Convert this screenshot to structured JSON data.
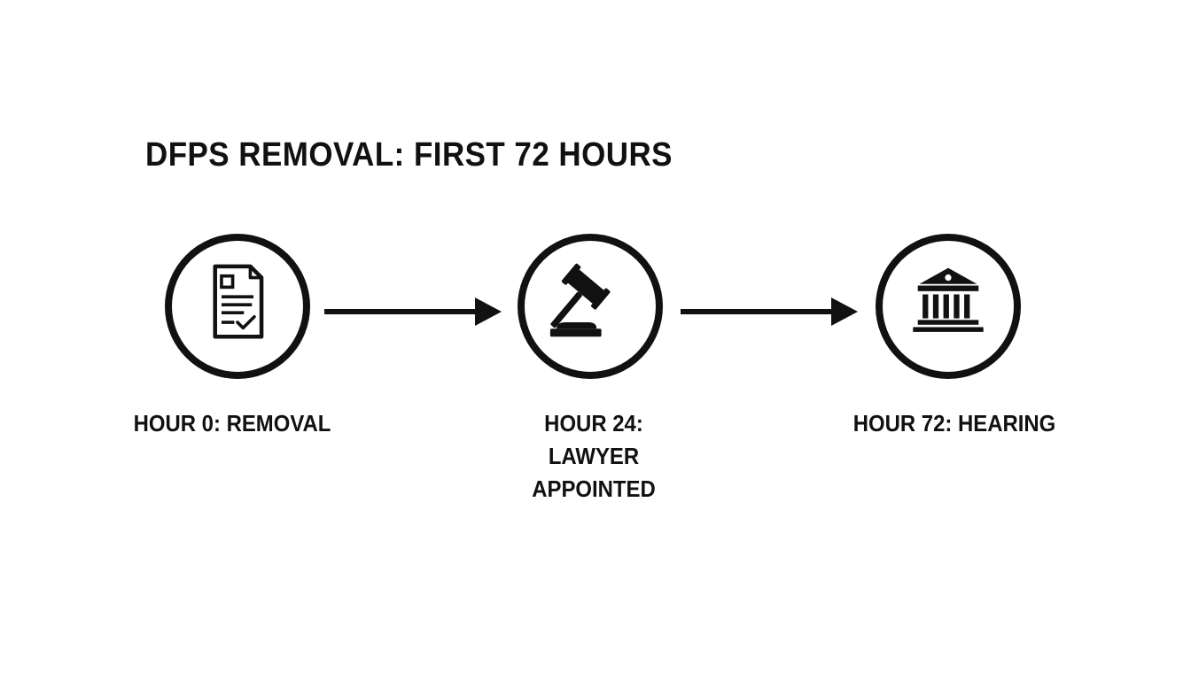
{
  "title": "DFPS REMOVAL: FIRST 72 HOURS",
  "steps": [
    {
      "label": "HOUR 0: REMOVAL",
      "icon": "document-check-icon"
    },
    {
      "label": "HOUR 24: LAWYER APPOINTED",
      "icon": "gavel-icon"
    },
    {
      "label": "HOUR 72: HEARING",
      "icon": "courthouse-icon"
    }
  ],
  "colors": {
    "stroke": "#111111",
    "background": "#ffffff"
  }
}
